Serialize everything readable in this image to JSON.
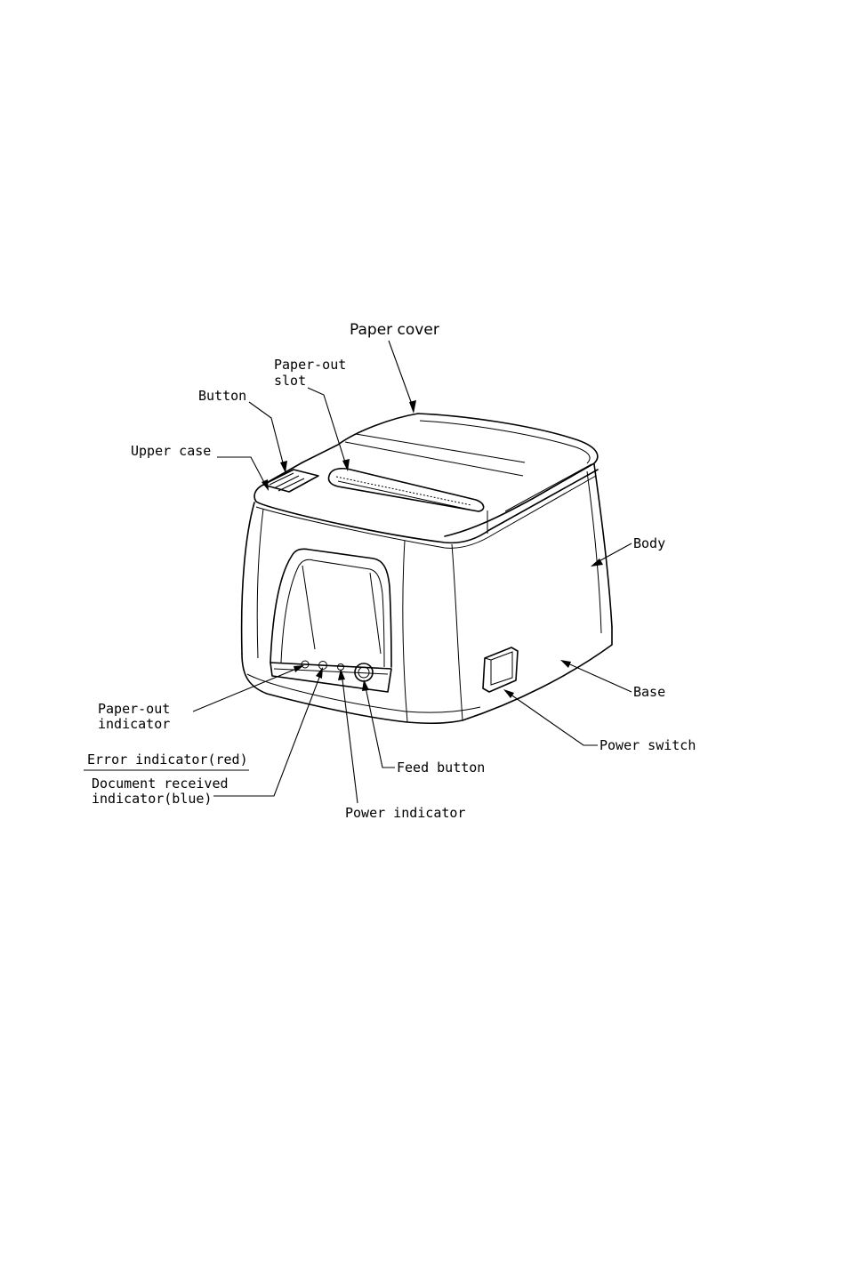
{
  "labels": {
    "paper_cover": "Paper cover",
    "paper_out_slot_1": "Paper-out",
    "paper_out_slot_2": "slot",
    "button": "Button",
    "upper_case": "Upper case",
    "body": "Body",
    "base": "Base",
    "power_switch": "Power switch",
    "paper_out_indicator_1": "Paper-out",
    "paper_out_indicator_2": "indicator",
    "error_indicator": "Error indicator(red)",
    "document_received_1": "Document received",
    "document_received_2": "indicator(blue)",
    "feed_button": "Feed button",
    "power_indicator": "Power indicator"
  }
}
